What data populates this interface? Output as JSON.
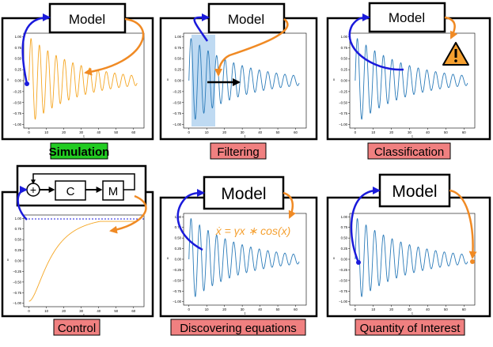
{
  "colors": {
    "frame": "#000000",
    "signal_orange": "#f5a623",
    "signal_blue": "#2b7bb9",
    "arrow_blue": "#1a1adb",
    "arrow_orange": "#f08a24",
    "label_red": "#f08080",
    "label_green": "#22cc22",
    "highlight": "#a9cdee",
    "warning_fill": "#f5a030"
  },
  "panels": [
    {
      "id": "simulation",
      "label": "Simulation",
      "model_label": "Model",
      "label_style": "green",
      "signal": "damped",
      "color": "orange"
    },
    {
      "id": "filtering",
      "label": "Filtering",
      "model_label": "Model",
      "label_style": "red",
      "signal": "damped",
      "color": "blue"
    },
    {
      "id": "classification",
      "label": "Classification",
      "model_label": "Model",
      "label_style": "red",
      "signal": "damped",
      "color": "blue",
      "icon": "warning-icon"
    },
    {
      "id": "control",
      "label": "Control",
      "label_style": "red",
      "signal": "step",
      "color": "orange",
      "controller_label": "C",
      "plant_label": "M"
    },
    {
      "id": "discovering-equations",
      "label": "Discovering equations",
      "model_label": "Model",
      "label_style": "red",
      "signal": "damped",
      "color": "blue",
      "equation": "ẋ = γx ∗ cos(x)"
    },
    {
      "id": "quantity-of-interest",
      "label": "Quantity of Interest",
      "model_label": "Model",
      "label_style": "red",
      "signal": "damped",
      "color": "blue"
    }
  ],
  "axes": {
    "xlabel": "t",
    "ylabel": "x",
    "xticks": [
      "0",
      "10",
      "20",
      "30",
      "40",
      "50",
      "60"
    ],
    "yticks": [
      "1.00",
      "0.75",
      "0.50",
      "0.25",
      "0.00",
      "−0.25",
      "−0.50",
      "−0.75",
      "−1.00"
    ]
  }
}
